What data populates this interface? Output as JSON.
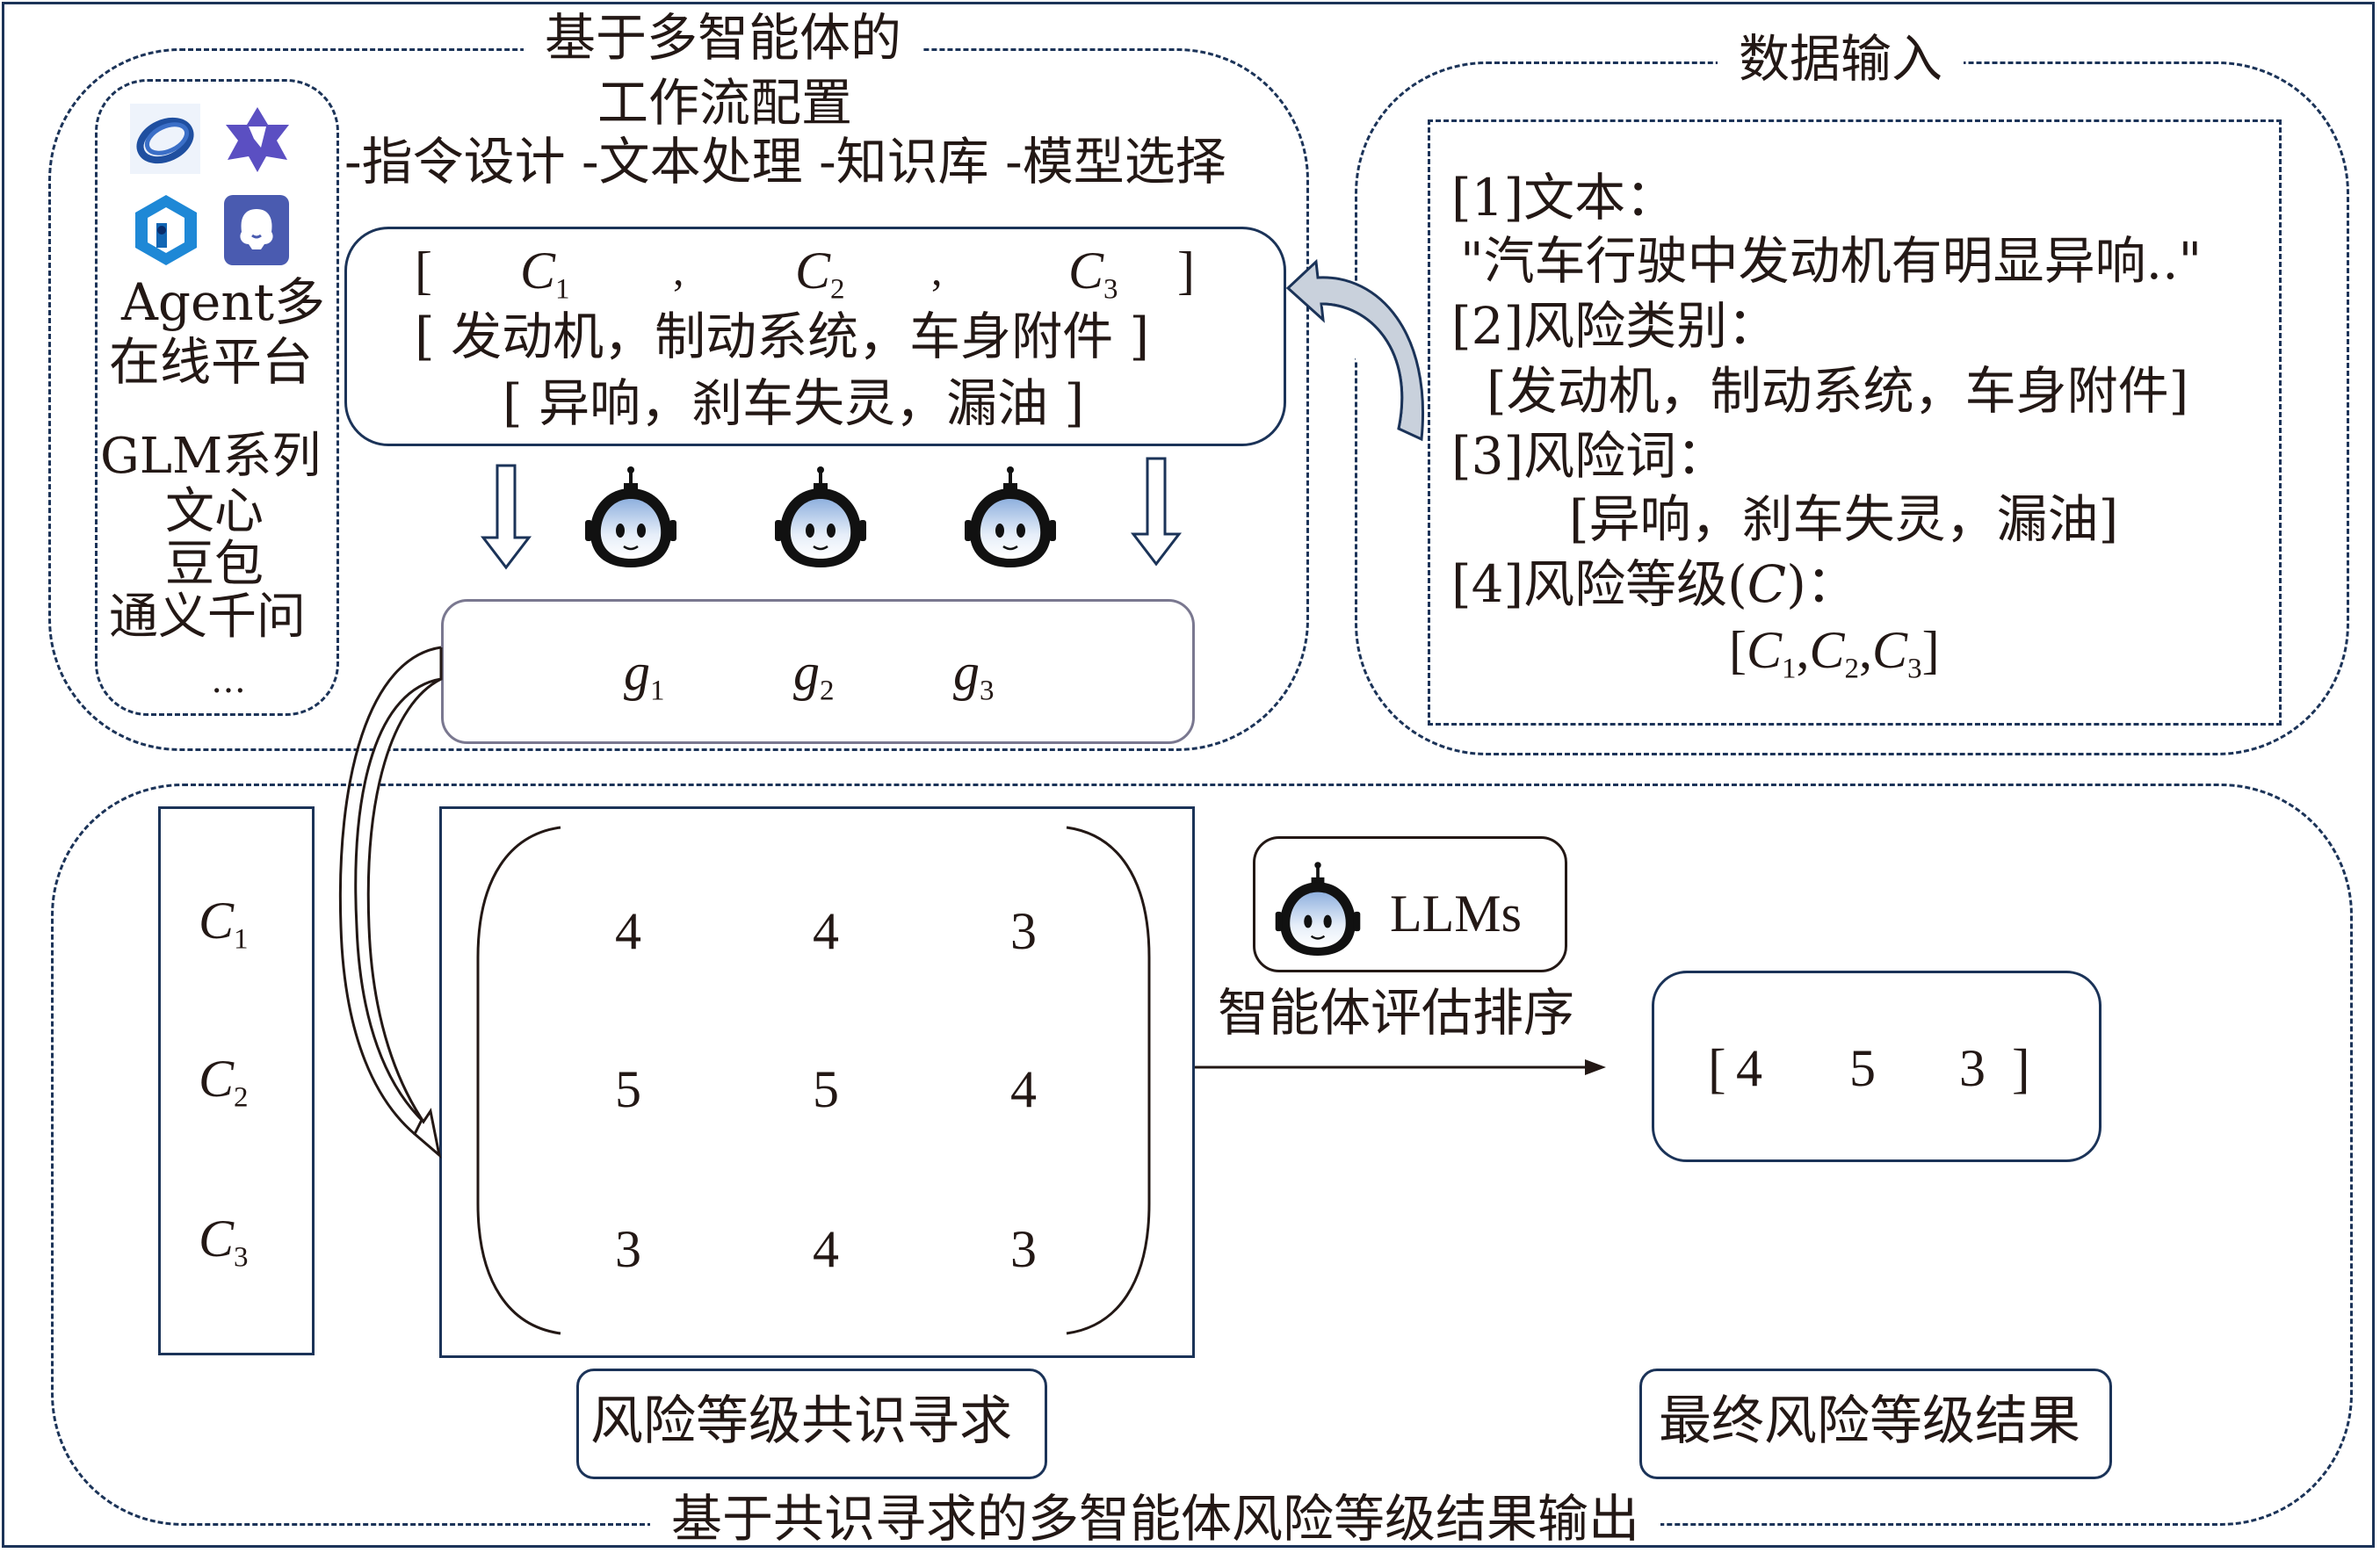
{
  "workflow_section": {
    "title_line1": "基于多智能体的",
    "title_line2": "工作流配置",
    "steps": "-指令设计 -文本处理 -知识库 -模型选择",
    "categories_box": {
      "levels": [
        {
          "symbol": "C",
          "index": "1"
        },
        {
          "symbol": "C",
          "index": "2"
        },
        {
          "symbol": "C",
          "index": "3"
        }
      ],
      "open_bracket": "[",
      "close_bracket": "]",
      "separator": ",",
      "risk_categories": "[ 发动机，制动系统，车身附件 ]",
      "risk_words": "[ 异响，刹车失灵，漏油 ]"
    },
    "agents_count": 3,
    "outputs": [
      {
        "symbol": "g",
        "index": "1"
      },
      {
        "symbol": "g",
        "index": "2"
      },
      {
        "symbol": "g",
        "index": "3"
      }
    ]
  },
  "platform_panel": {
    "icons": [
      "zhipu-logo-icon",
      "tongyi-logo-icon",
      "wenxin-logo-icon",
      "doubao-logo-icon"
    ],
    "label_line1": "Agent多",
    "label_line2": "在线平台",
    "models": [
      "GLM系列",
      "文心",
      "豆包",
      "通义千问"
    ],
    "ellipsis": "…"
  },
  "data_input_section": {
    "title": "数据输入",
    "items": [
      {
        "label": "[1]文本：",
        "value": "\"汽车行驶中发动机有明显异响..\""
      },
      {
        "label": "[2]风险类别：",
        "value": "[发动机，制动系统，车身附件]"
      },
      {
        "label": "[3]风险词：",
        "value": "[异响，刹车失灵，漏油]"
      },
      {
        "label_prefix": "[4]风险等级(",
        "label_symbol": "C",
        "label_suffix": ")：",
        "value_levels": [
          {
            "symbol": "C",
            "index": "1"
          },
          {
            "symbol": "C",
            "index": "2"
          },
          {
            "symbol": "C",
            "index": "3"
          }
        ]
      }
    ]
  },
  "output_section": {
    "title": "基于共识寻求的多智能体风险等级结果输出",
    "row_labels": [
      {
        "symbol": "C",
        "index": "1"
      },
      {
        "symbol": "C",
        "index": "2"
      },
      {
        "symbol": "C",
        "index": "3"
      }
    ],
    "matrix": [
      [
        "4",
        "4",
        "3"
      ],
      [
        "5",
        "5",
        "4"
      ],
      [
        "3",
        "4",
        "3"
      ]
    ],
    "consensus_label": "风险等级共识寻求",
    "llm_label": "LLMs",
    "ranking_label": "智能体评估排序",
    "result": {
      "open": "[",
      "values": [
        "4",
        "5",
        "3"
      ],
      "close": "]"
    },
    "result_label": "最终风险等级结果"
  },
  "colors": {
    "border": "#1b3358",
    "text": "#231815",
    "arrow_fill": "#c9d1dc",
    "g_box_border": "#7a7890"
  }
}
